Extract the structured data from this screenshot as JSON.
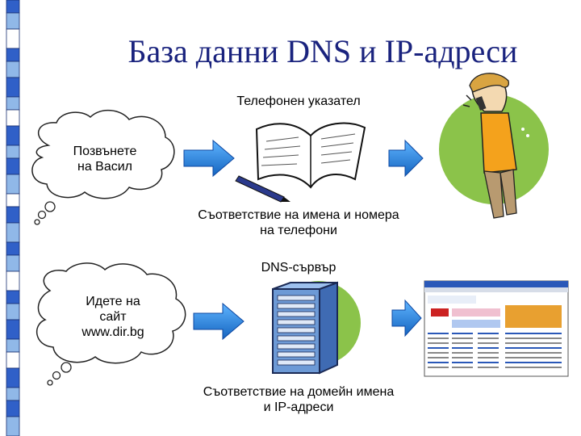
{
  "title": "База данни DNS и IP-адреси",
  "phone_row": {
    "top_label": "Телефонен указател",
    "cloud_line1": "Позвънете",
    "cloud_line2": "на Васил",
    "bottom_line1": "Съответствие на имена и номера",
    "bottom_line2": "на телефони"
  },
  "dns_row": {
    "top_label": "DNS-сървър",
    "cloud_line1": "Идете на",
    "cloud_line2": "сайт",
    "cloud_line3": "www.dir.bg",
    "bottom_line1": "Съответствие на домейн имена",
    "bottom_line2": "и IP-адреси"
  },
  "colors": {
    "title": "#1a237e",
    "arrow": "#1e88e5",
    "green_circle": "#8bc34a",
    "stripe_blue": "#3060c8",
    "stripe_light": "#90b8e8"
  },
  "icons": [
    "book-icon",
    "pen-icon",
    "person-on-phone-icon",
    "server-rack-icon",
    "web-page-icon"
  ]
}
